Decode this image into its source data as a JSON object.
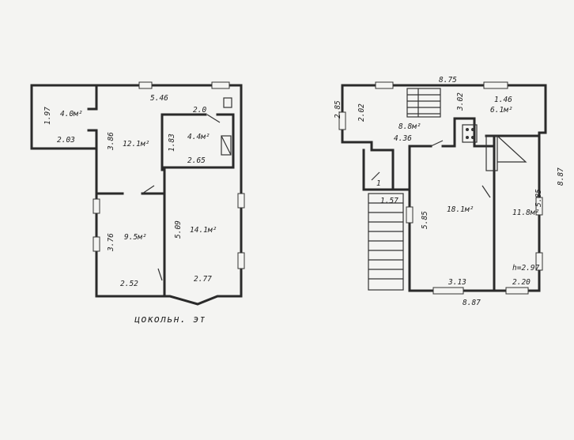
{
  "basement": {
    "caption": "цокольн. эт",
    "areas": {
      "small_room": "4.0м²",
      "hall": "12.1м²",
      "storage": "4.4м²",
      "room_lower_left": "9.5м²",
      "room_right": "14.1м²"
    },
    "dims": {
      "top": "5.46",
      "small_room_height": "1.97",
      "small_room_width": "2.03",
      "hall_height": "3.86",
      "storage_top": "2.0",
      "storage_side": "1.83",
      "storage_width": "2.65",
      "right_room_height": "5.09",
      "lower_left_height": "3.76",
      "lower_left_width": "2.52",
      "right_room_width": "2.77"
    }
  },
  "first_floor": {
    "areas": {
      "corridor": "8.8м²",
      "kitchen": "6.1м²",
      "room_center": "18.1м²",
      "room_right": "11.8м²"
    },
    "dims": {
      "top": "8.75",
      "left_outer": "2.85",
      "left_inner": "2.02",
      "stair_side": "3.02",
      "kitchen_width": "1.46",
      "corridor_width": "4.36",
      "right_outer": "8.87",
      "landing": "1",
      "landing_width": "1.57",
      "center_height": "5.85",
      "right_height": "5.85",
      "ceiling": "h=2.97",
      "center_width": "3.13",
      "right_width": "2.20",
      "bottom": "8.87"
    }
  }
}
